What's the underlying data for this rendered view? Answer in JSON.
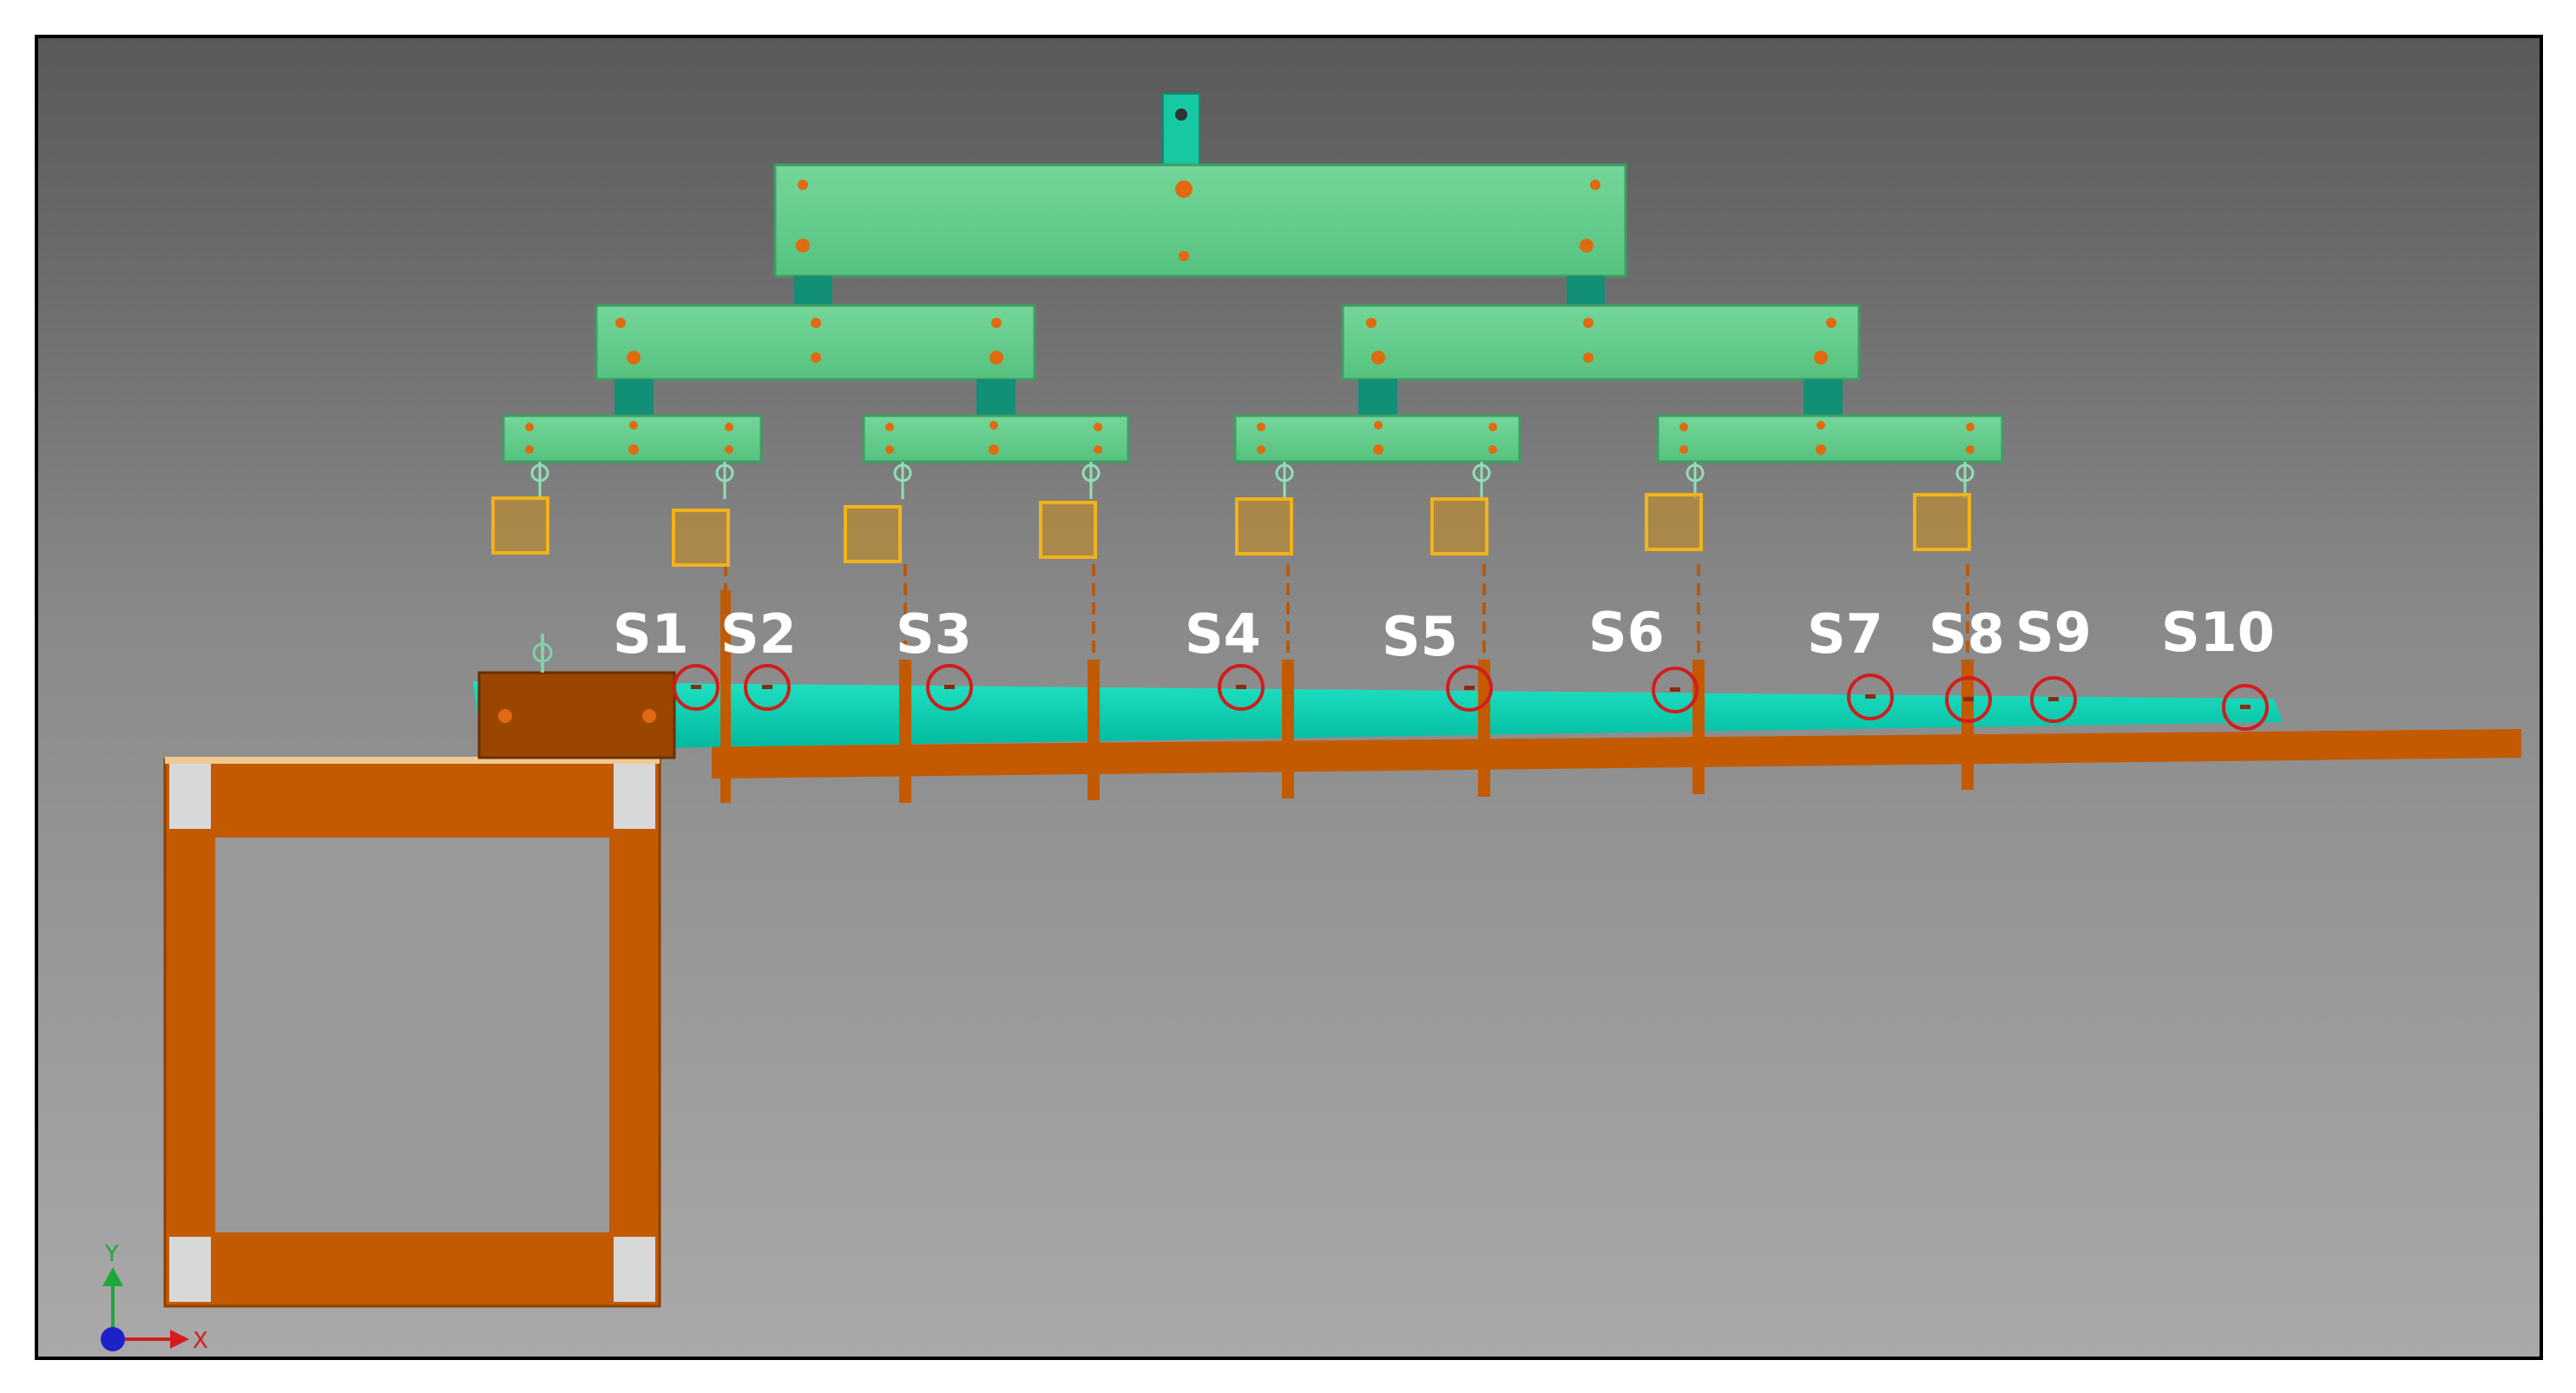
{
  "scene": {
    "background_gradient": [
      "#595959",
      "#a9a9a9"
    ],
    "colors": {
      "beam_green": "#66cf8e",
      "connector_teal": "#17a888",
      "specimen_cyan": "#00c9ad",
      "steel_orange": "#c35a00",
      "dark_orange": "#9a4500",
      "load_pad_yellow": "#f2b21c",
      "sensor_ring_red": "#d21c1c"
    }
  },
  "sensors": [
    {
      "label": "S1"
    },
    {
      "label": "S2"
    },
    {
      "label": "S3"
    },
    {
      "label": "S4"
    },
    {
      "label": "S5"
    },
    {
      "label": "S6"
    },
    {
      "label": "S7"
    },
    {
      "label": "S8"
    },
    {
      "label": "S9"
    },
    {
      "label": "S10"
    }
  ],
  "axes": {
    "y_label": "Y",
    "x_label": "X",
    "y_color": "#1fa83a",
    "x_color": "#d51c1c",
    "origin_color": "#1c22c8"
  }
}
